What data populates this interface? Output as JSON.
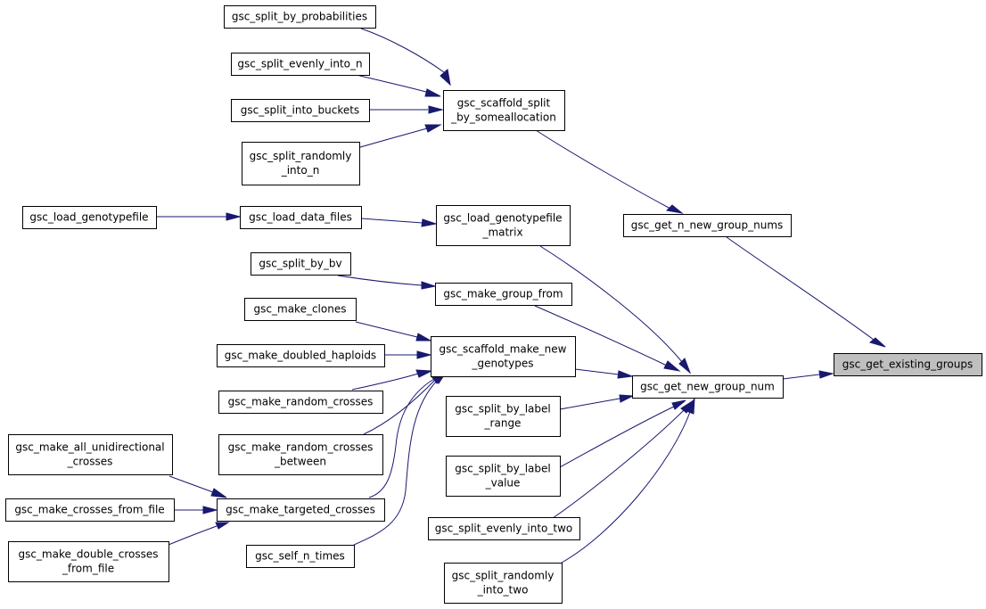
{
  "diagram": {
    "type": "call-graph",
    "nodes": {
      "gsc_get_existing_groups": [
        "gsc_get_existing_groups"
      ],
      "gsc_get_n_new_group_nums": [
        "gsc_get_n_new_group_nums"
      ],
      "gsc_get_new_group_num": [
        "gsc_get_new_group_num"
      ],
      "gsc_scaffold_split_by_someallocation": [
        "gsc_scaffold_split",
        "_by_someallocation"
      ],
      "gsc_split_by_probabilities": [
        "gsc_split_by_probabilities"
      ],
      "gsc_split_evenly_into_n": [
        "gsc_split_evenly_into_n"
      ],
      "gsc_split_into_buckets": [
        "gsc_split_into_buckets"
      ],
      "gsc_split_randomly_into_n": [
        "gsc_split_randomly",
        "_into_n"
      ],
      "gsc_load_genotypefile": [
        "gsc_load_genotypefile"
      ],
      "gsc_load_data_files": [
        "gsc_load_data_files"
      ],
      "gsc_load_genotypefile_matrix": [
        "gsc_load_genotypefile",
        "_matrix"
      ],
      "gsc_split_by_bv": [
        "gsc_split_by_bv"
      ],
      "gsc_make_group_from": [
        "gsc_make_group_from"
      ],
      "gsc_make_clones": [
        "gsc_make_clones"
      ],
      "gsc_make_doubled_haploids": [
        "gsc_make_doubled_haploids"
      ],
      "gsc_scaffold_make_new_genotypes": [
        "gsc_scaffold_make_new",
        "_genotypes"
      ],
      "gsc_make_random_crosses": [
        "gsc_make_random_crosses"
      ],
      "gsc_make_random_crosses_between": [
        "gsc_make_random_crosses",
        "_between"
      ],
      "gsc_split_by_label_range": [
        "gsc_split_by_label",
        "_range"
      ],
      "gsc_split_by_label_value": [
        "gsc_split_by_label",
        "_value"
      ],
      "gsc_make_all_unidirectional_crosses": [
        "gsc_make_all_unidirectional",
        "_crosses"
      ],
      "gsc_make_crosses_from_file": [
        "gsc_make_crosses_from_file"
      ],
      "gsc_make_targeted_crosses": [
        "gsc_make_targeted_crosses"
      ],
      "gsc_make_double_crosses_from_file": [
        "gsc_make_double_crosses",
        "_from_file"
      ],
      "gsc_self_n_times": [
        "gsc_self_n_times"
      ],
      "gsc_split_evenly_into_two": [
        "gsc_split_evenly_into_two"
      ],
      "gsc_split_randomly_into_two": [
        "gsc_split_randomly",
        "_into_two"
      ]
    },
    "edges": [
      [
        "gsc_split_by_probabilities",
        "gsc_scaffold_split_by_someallocation"
      ],
      [
        "gsc_split_evenly_into_n",
        "gsc_scaffold_split_by_someallocation"
      ],
      [
        "gsc_split_into_buckets",
        "gsc_scaffold_split_by_someallocation"
      ],
      [
        "gsc_split_randomly_into_n",
        "gsc_scaffold_split_by_someallocation"
      ],
      [
        "gsc_scaffold_split_by_someallocation",
        "gsc_get_n_new_group_nums"
      ],
      [
        "gsc_get_n_new_group_nums",
        "gsc_get_existing_groups"
      ],
      [
        "gsc_get_new_group_num",
        "gsc_get_existing_groups"
      ],
      [
        "gsc_load_genotypefile",
        "gsc_load_data_files"
      ],
      [
        "gsc_load_data_files",
        "gsc_load_genotypefile_matrix"
      ],
      [
        "gsc_load_genotypefile_matrix",
        "gsc_get_new_group_num"
      ],
      [
        "gsc_split_by_bv",
        "gsc_make_group_from"
      ],
      [
        "gsc_make_group_from",
        "gsc_get_new_group_num"
      ],
      [
        "gsc_make_clones",
        "gsc_scaffold_make_new_genotypes"
      ],
      [
        "gsc_make_doubled_haploids",
        "gsc_scaffold_make_new_genotypes"
      ],
      [
        "gsc_make_random_crosses",
        "gsc_scaffold_make_new_genotypes"
      ],
      [
        "gsc_make_random_crosses_between",
        "gsc_scaffold_make_new_genotypes"
      ],
      [
        "gsc_make_targeted_crosses",
        "gsc_scaffold_make_new_genotypes"
      ],
      [
        "gsc_self_n_times",
        "gsc_scaffold_make_new_genotypes"
      ],
      [
        "gsc_scaffold_make_new_genotypes",
        "gsc_get_new_group_num"
      ],
      [
        "gsc_split_by_label_range",
        "gsc_get_new_group_num"
      ],
      [
        "gsc_split_by_label_value",
        "gsc_get_new_group_num"
      ],
      [
        "gsc_split_evenly_into_two",
        "gsc_get_new_group_num"
      ],
      [
        "gsc_split_randomly_into_two",
        "gsc_get_new_group_num"
      ],
      [
        "gsc_make_all_unidirectional_crosses",
        "gsc_make_targeted_crosses"
      ],
      [
        "gsc_make_crosses_from_file",
        "gsc_make_targeted_crosses"
      ],
      [
        "gsc_make_double_crosses_from_file",
        "gsc_make_targeted_crosses"
      ]
    ]
  }
}
